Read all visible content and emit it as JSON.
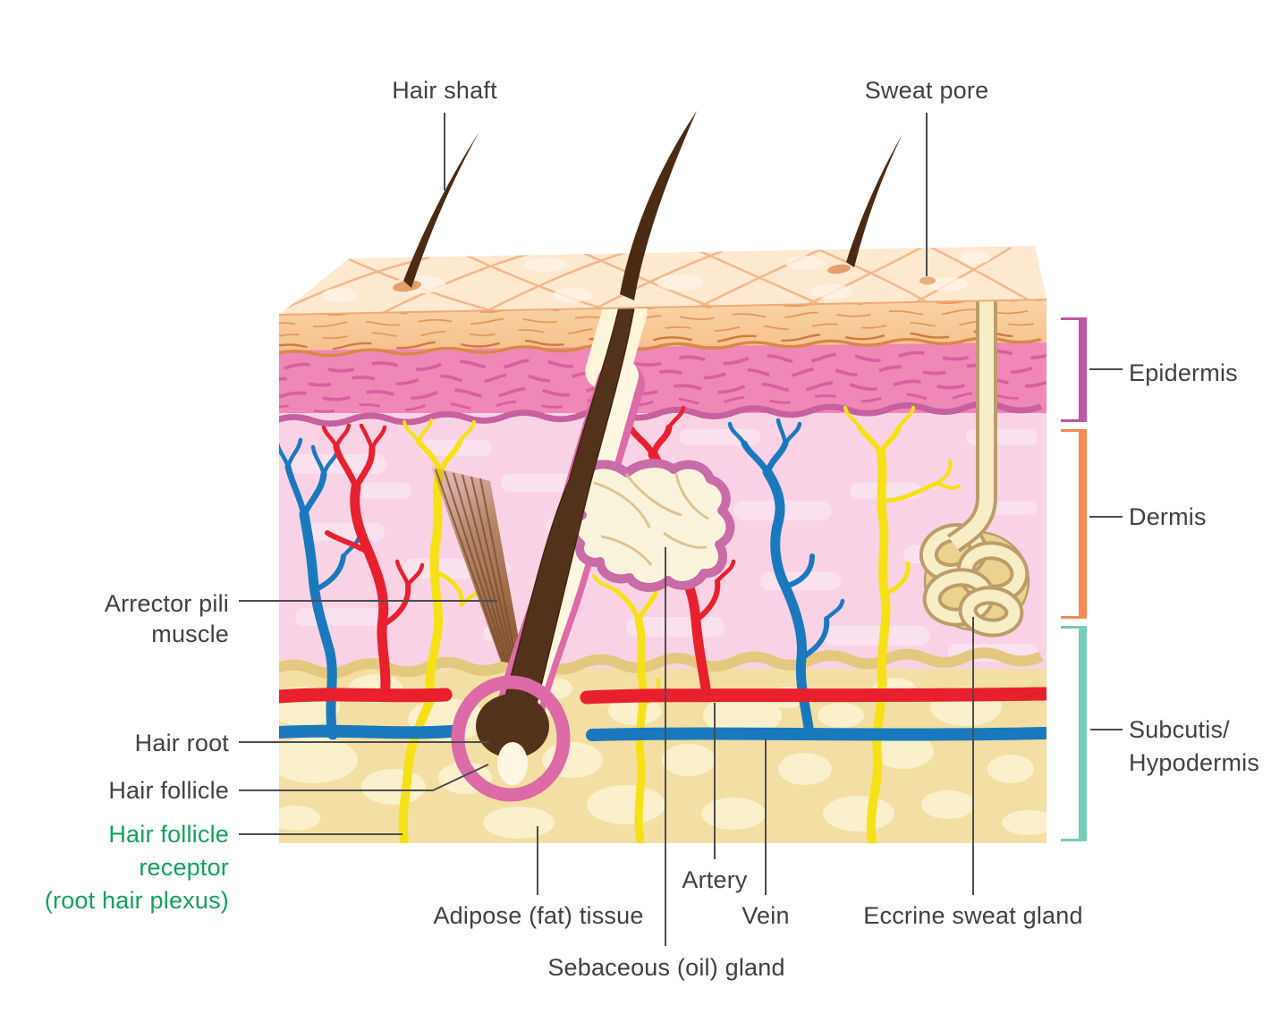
{
  "diagram_type": "skin-cross-section-anatomy",
  "labels": {
    "hair_shaft": "Hair shaft",
    "sweat_pore": "Sweat pore",
    "arrector_pili_line1": "Arrector pili",
    "arrector_pili_line2": "muscle",
    "hair_root": "Hair root",
    "hair_follicle": "Hair follicle",
    "receptor_line1": "Hair follicle",
    "receptor_line2": "receptor",
    "receptor_line3": "(root hair plexus)",
    "adipose": "Adipose (fat) tissue",
    "sebaceous": "Sebaceous (oil) gland",
    "artery": "Artery",
    "vein": "Vein",
    "eccrine": "Eccrine sweat gland"
  },
  "layer_brackets": [
    {
      "label": "Epidermis",
      "color": "#c254a1"
    },
    {
      "label": "Dermis",
      "color": "#f58a52"
    },
    {
      "label_line1": "Subcutis/",
      "label_line2": "Hypodermis",
      "color": "#75ccb9"
    }
  ],
  "colors": {
    "label_text": "#414042",
    "receptor_green": "#14a15c",
    "leader_line": "#4d4d4f",
    "artery_red": "#e8202e",
    "vein_blue": "#1a79bd",
    "nerve_yellow": "#f5e115",
    "epidermis_pink": "#ef87b7",
    "corneum_orange": "#f2b57e",
    "dermis_pink": "#f9d3e5",
    "fat_yellow": "#f3dfa3",
    "hair_brown": "#53321b",
    "follicle_sheath_pink": "#db6ba6",
    "gland_cream": "#f8eec6",
    "bracket_epidermis": "#c254a1",
    "bracket_dermis": "#f58a52",
    "bracket_subcutis": "#75ccb9"
  }
}
